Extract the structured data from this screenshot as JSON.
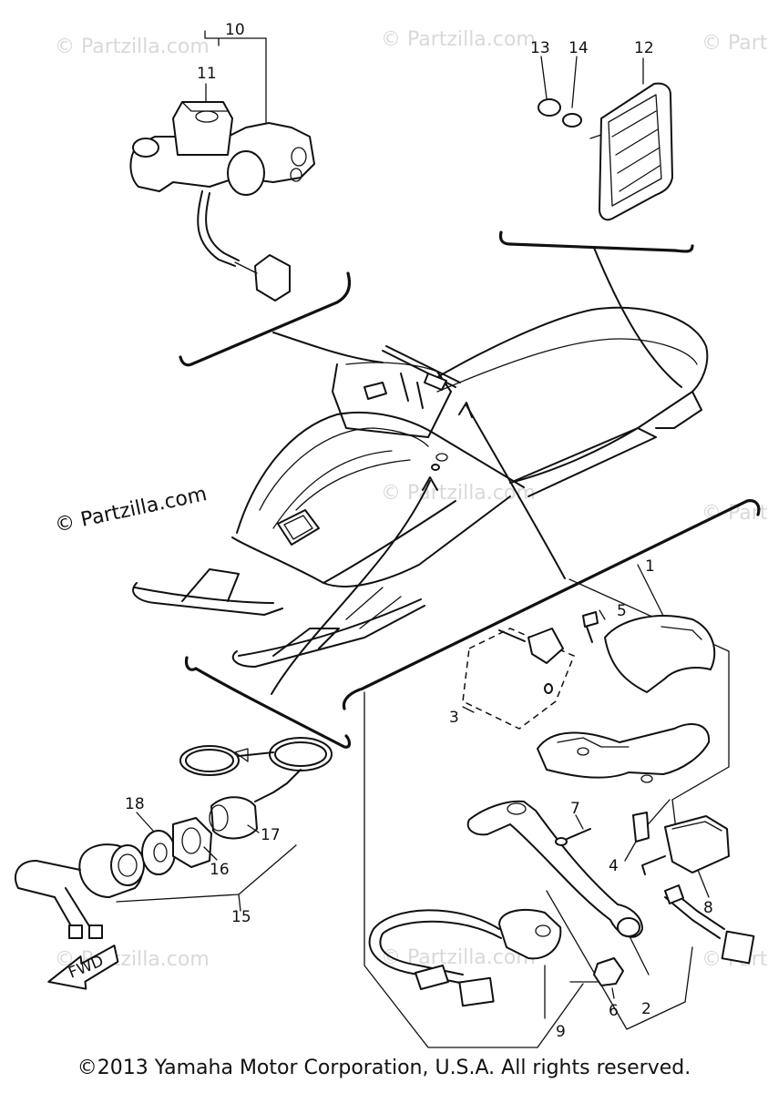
{
  "watermark": {
    "text": "© Partzilla.com",
    "fwd_label": "FWD"
  },
  "callouts": {
    "c1": "1",
    "c2": "2",
    "c3": "3",
    "c4": "4",
    "c5": "5",
    "c6": "6",
    "c7": "7",
    "c8": "8",
    "c9": "9",
    "c10": "10",
    "c11": "11",
    "c12": "12",
    "c13": "13",
    "c14": "14",
    "c15": "15",
    "c16": "16",
    "c17": "17",
    "c18": "18"
  },
  "footer": {
    "copyright": "©2013 Yamaha Motor Corporation, U.S.A. All rights reserved."
  }
}
